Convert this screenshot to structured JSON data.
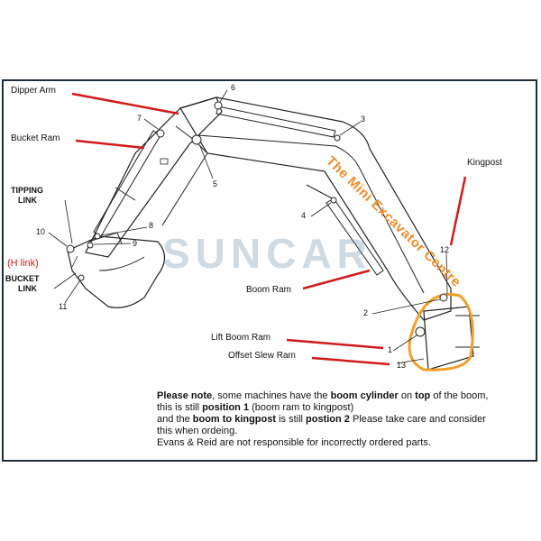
{
  "labels": {
    "dipper_arm": "Dipper Arm",
    "bucket_ram": "Bucket Ram",
    "tipping_link_1": "TIPPING",
    "tipping_link_2": "LINK",
    "h_link": "(H link)",
    "bucket_link_1": "BUCKET",
    "bucket_link_2": "LINK",
    "kingpost": "Kingpost",
    "boom_ram": "Boom Ram",
    "lift_boom_ram": "Lift Boom Ram",
    "offset_slew_ram": "Offset Slew Ram"
  },
  "numbers": {
    "n1": "1",
    "n2": "2",
    "n3": "3",
    "n4": "4",
    "n5": "5",
    "n6": "6",
    "n7": "7",
    "n8": "8",
    "n9": "9",
    "n10": "10",
    "n11": "11",
    "n12": "12",
    "n13": "13"
  },
  "brand_text": "The Mini Excavator Centre",
  "watermark": "SUNCAR",
  "note": {
    "p1_a": "Please note",
    "p1_b": ", some machines have the ",
    "p1_c": "boom cylinder",
    "p1_d": " on ",
    "p1_e": "top",
    "p1_f": " of the boom, this is still ",
    "p1_g": "position 1",
    "p1_h": " (boom ram to kingpost)",
    "p2_a": "and the ",
    "p2_b": "boom to kingpost",
    "p2_c": " is still ",
    "p2_d": "postion 2",
    "p2_e": " Please take care and consider this when ordeing.",
    "p3": "Evans & Reid are not responsible for incorrectly ordered parts."
  },
  "colors": {
    "leader_red": "#d21a1a",
    "brand_orange": "#f08c2a",
    "highlight_orange": "#f0a02a",
    "frame": "#1f2e3d"
  }
}
